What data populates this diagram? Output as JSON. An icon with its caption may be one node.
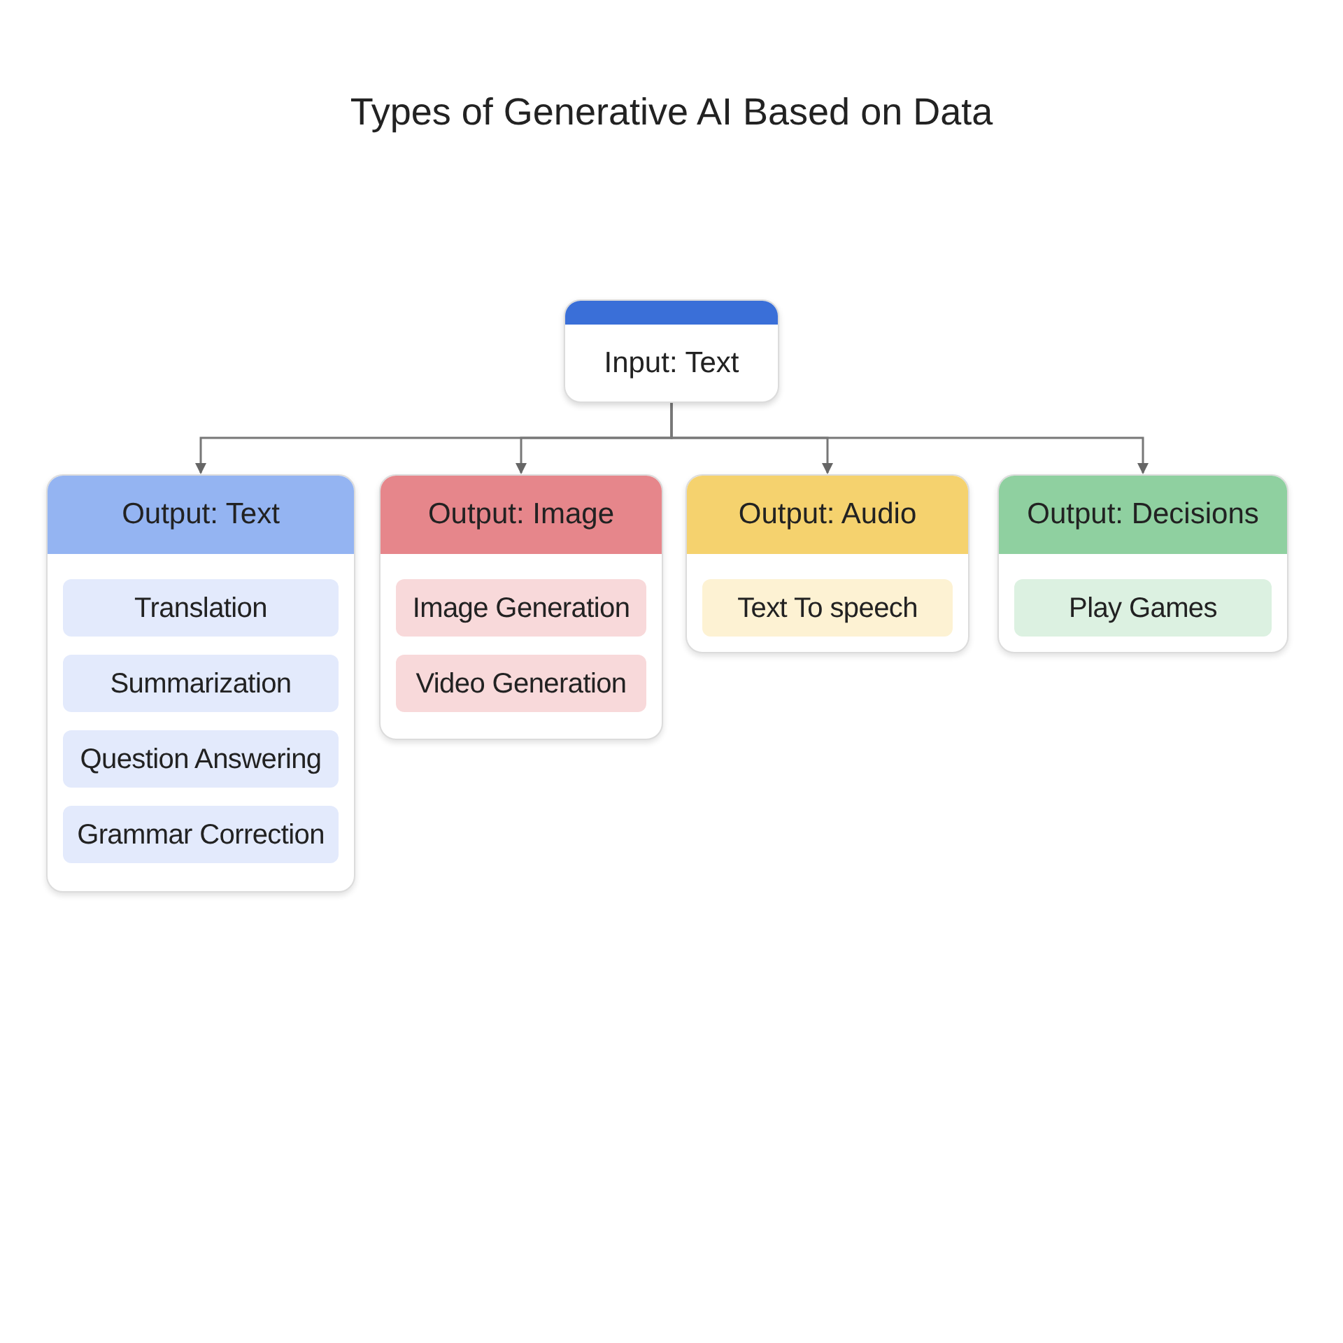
{
  "diagram": {
    "title": "Types of Generative AI Based on Data",
    "nodes": [
      {
        "text": [
          "Input: Text"
        ]
      },
      {
        "text": [
          "Output: Text"
        ]
      },
      {
        "text": [
          "Translation"
        ],
        "in": 1
      },
      {
        "text": [
          "Summarization"
        ],
        "in": 1
      },
      {
        "text": [
          "Question Answering"
        ],
        "in": 1
      },
      {
        "text": [
          "Grammar Correction"
        ],
        "in": 1
      },
      {
        "text": [
          "Output: Image"
        ]
      },
      {
        "text": [
          "Image Generation"
        ],
        "in": 6
      },
      {
        "text": [
          "Video Generation"
        ],
        "in": 6
      },
      {
        "text": [
          "Output: Audio"
        ]
      },
      {
        "text": [
          "Text To speech"
        ],
        "in": 9
      },
      {
        "text": [
          "Output: Decisions"
        ]
      },
      {
        "text": [
          "Play Games"
        ],
        "in": 11
      }
    ],
    "edges": [
      {
        "from": 0,
        "to": 1,
        "arrow": "to"
      },
      {
        "from": 0,
        "to": 6,
        "arrow": "to"
      },
      {
        "from": 0,
        "to": 9,
        "arrow": "to"
      },
      {
        "from": 0,
        "to": 11,
        "arrow": "to"
      }
    ]
  }
}
